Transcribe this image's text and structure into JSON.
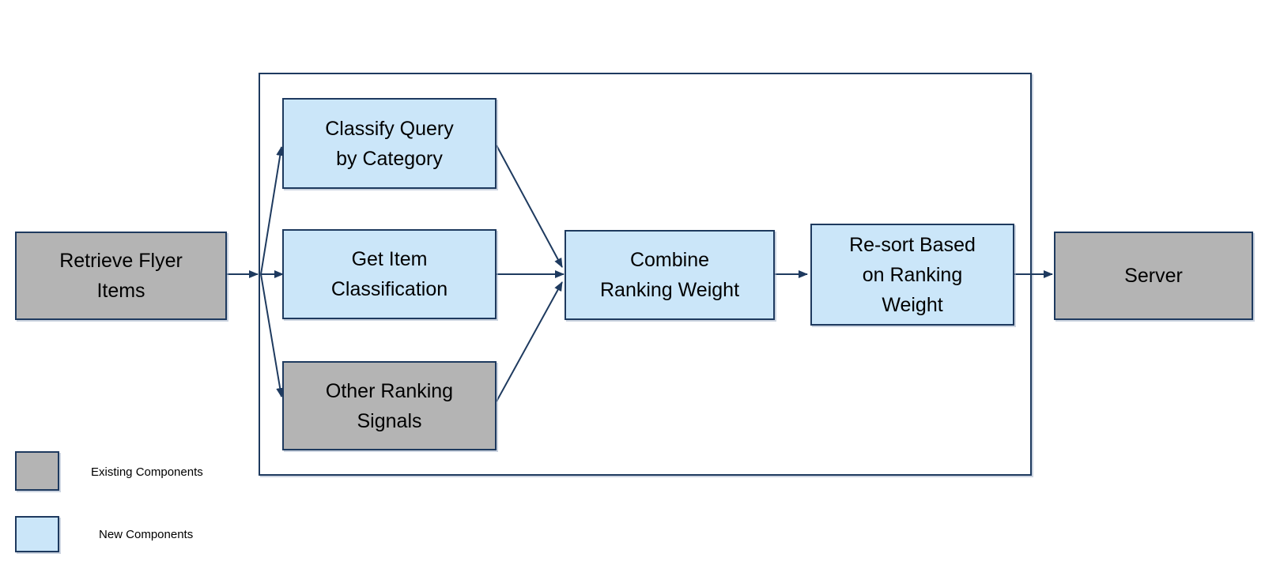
{
  "nodes": {
    "retrieve": {
      "lines": [
        "Retrieve Flyer",
        "Items"
      ],
      "type": "existing"
    },
    "classify": {
      "lines": [
        "Classify Query",
        "by Category"
      ],
      "type": "new"
    },
    "get_item": {
      "lines": [
        "Get Item",
        "Classification"
      ],
      "type": "new"
    },
    "other": {
      "lines": [
        "Other Ranking",
        "Signals"
      ],
      "type": "existing"
    },
    "combine": {
      "lines": [
        "Combine",
        "Ranking Weight"
      ],
      "type": "new"
    },
    "resort": {
      "lines": [
        "Re-sort Based",
        "on Ranking",
        "Weight"
      ],
      "type": "new"
    },
    "server": {
      "lines": [
        "Server"
      ],
      "type": "existing"
    }
  },
  "edges": [
    {
      "from": "retrieve",
      "to": "classify"
    },
    {
      "from": "retrieve",
      "to": "get_item"
    },
    {
      "from": "retrieve",
      "to": "other"
    },
    {
      "from": "classify",
      "to": "combine"
    },
    {
      "from": "get_item",
      "to": "combine"
    },
    {
      "from": "other",
      "to": "combine"
    },
    {
      "from": "combine",
      "to": "resort"
    },
    {
      "from": "resort",
      "to": "server"
    }
  ],
  "legend": {
    "existing": {
      "label": "Existing Components",
      "color": "#b4b4b4"
    },
    "new": {
      "label": "New Components",
      "color": "#cbe6f9"
    }
  },
  "colors": {
    "existing_fill": "#b4b4b4",
    "new_fill": "#cbe6f9",
    "stroke": "#1e3a5f",
    "text": "#000000",
    "background": "#ffffff"
  }
}
